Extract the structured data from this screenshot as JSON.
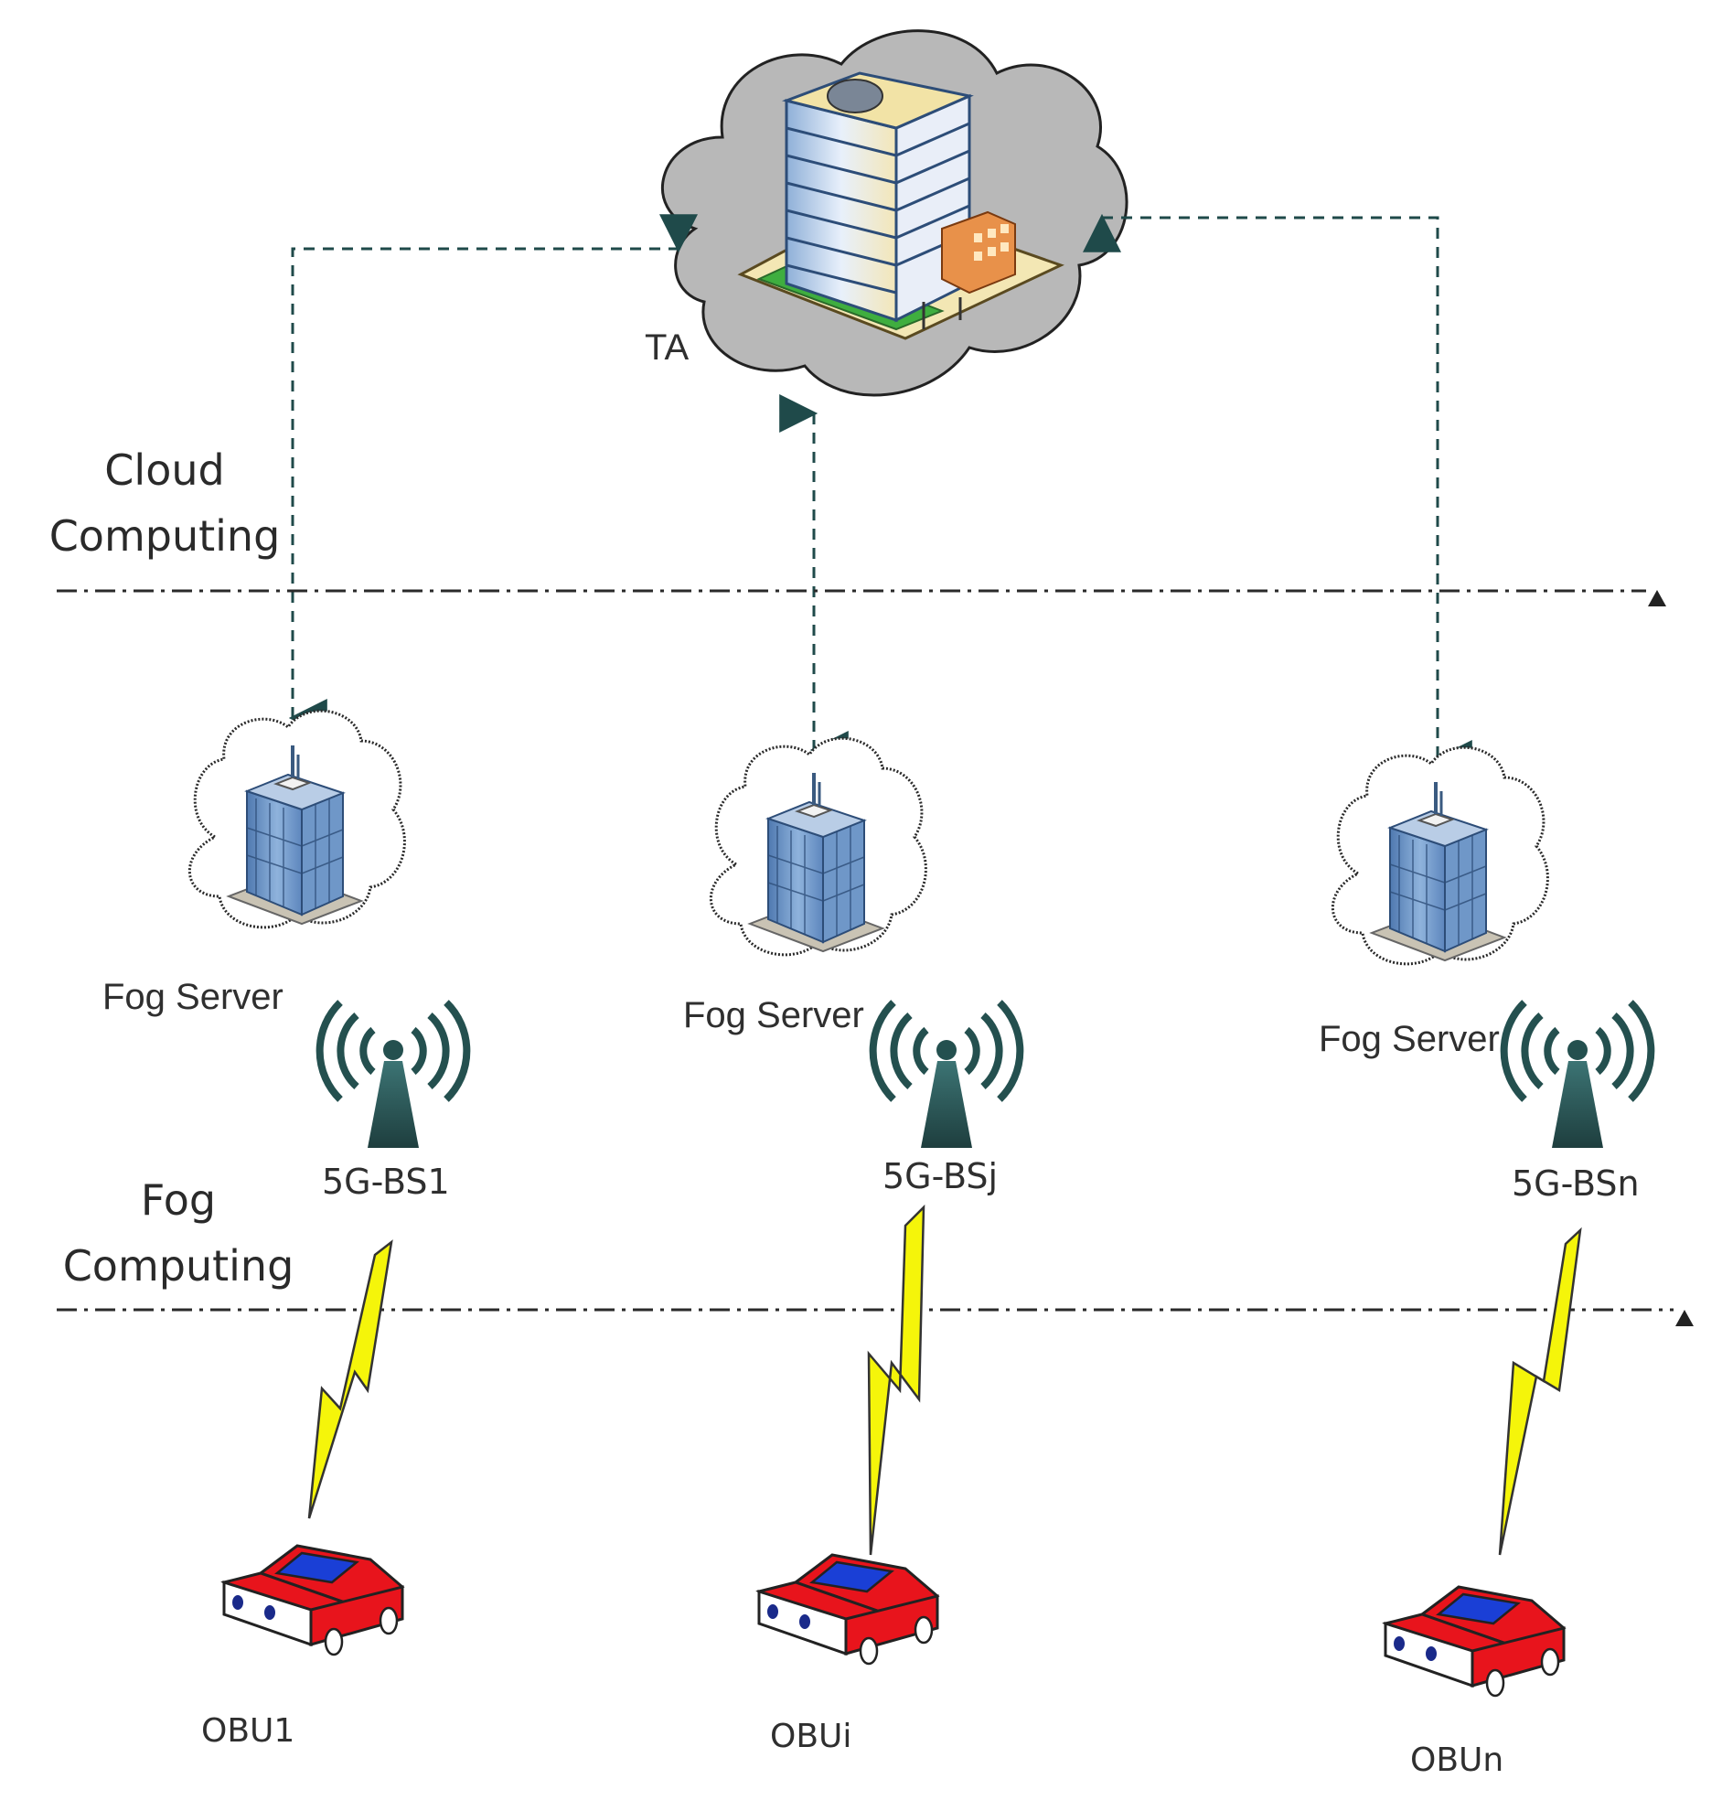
{
  "layers": {
    "cloud": "Cloud\nComputing",
    "fog": "Fog\nComputing"
  },
  "ta_label": "TA",
  "fog_nodes": [
    {
      "server_label": "Fog Server",
      "bs_label": "5G-BS1",
      "obu_label": "OBU1"
    },
    {
      "server_label": "Fog Server",
      "bs_label": "5G-BSj",
      "obu_label": "OBUi"
    },
    {
      "server_label": "Fog Server",
      "bs_label": "5G-BSn",
      "obu_label": "OBUn"
    }
  ],
  "colors": {
    "connector": "#1f4a4a",
    "tower": "#2d5a5a",
    "lightning": "#f5f50a",
    "car_body": "#e8141c",
    "car_window": "#1a3fd6",
    "cloud_fill": "#b8b8b8",
    "building_blue": "#6f97c8"
  }
}
